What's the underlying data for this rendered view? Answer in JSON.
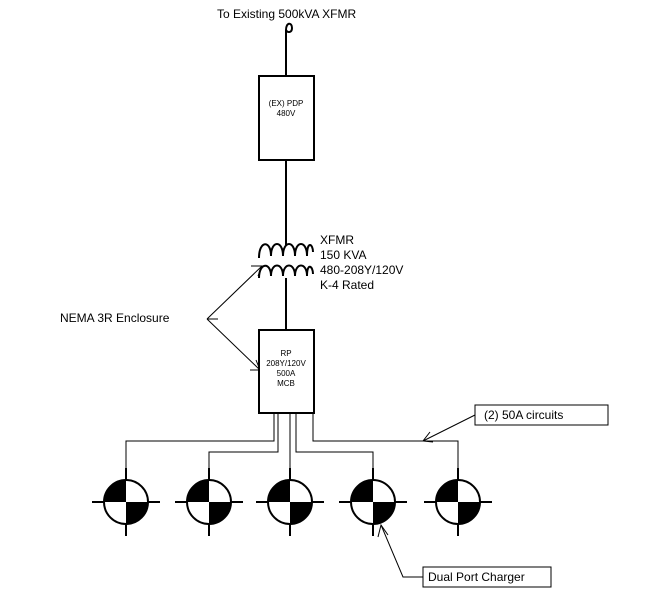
{
  "source": {
    "label": "To Existing 500kVA XFMR"
  },
  "pdp": {
    "line1": "(EX) PDP",
    "line2": "480V"
  },
  "transformer": {
    "line1": "XFMR",
    "line2": "150 KVA",
    "line3": "480-208Y/120V",
    "line4": "K-4 Rated"
  },
  "enclosure_note": "NEMA 3R Enclosure",
  "rp": {
    "line1": "RP",
    "line2": "208Y/120V",
    "line3": "500A",
    "line4": "MCB"
  },
  "circuits_note": "(2) 50A circuits",
  "charger_note": "Dual Port Charger",
  "chargers": [
    {
      "id": "charger-1"
    },
    {
      "id": "charger-2"
    },
    {
      "id": "charger-3"
    },
    {
      "id": "charger-4"
    },
    {
      "id": "charger-5"
    }
  ]
}
